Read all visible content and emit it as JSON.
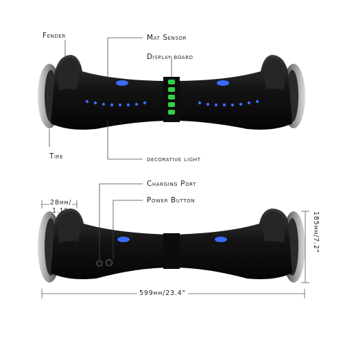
{
  "labels": {
    "fender": "Fender",
    "mat_sensor": "Mat Sensor",
    "display_board": "Display board",
    "tire": "Tire",
    "decorative_light": "decorative light",
    "charging_port": "Charging Port",
    "power_button": "Power Button"
  },
  "dimensions": {
    "fender_width": "28mm/",
    "fender_width_in": "1.1\"",
    "height": "185mm/7.2\"",
    "length": "599mm/23.4\""
  },
  "colors": {
    "board_body": "#1b1b1b",
    "led_blue": "#3a6cff",
    "display_green": "#2fd24a",
    "tire_rim": "#b9b9b9"
  }
}
